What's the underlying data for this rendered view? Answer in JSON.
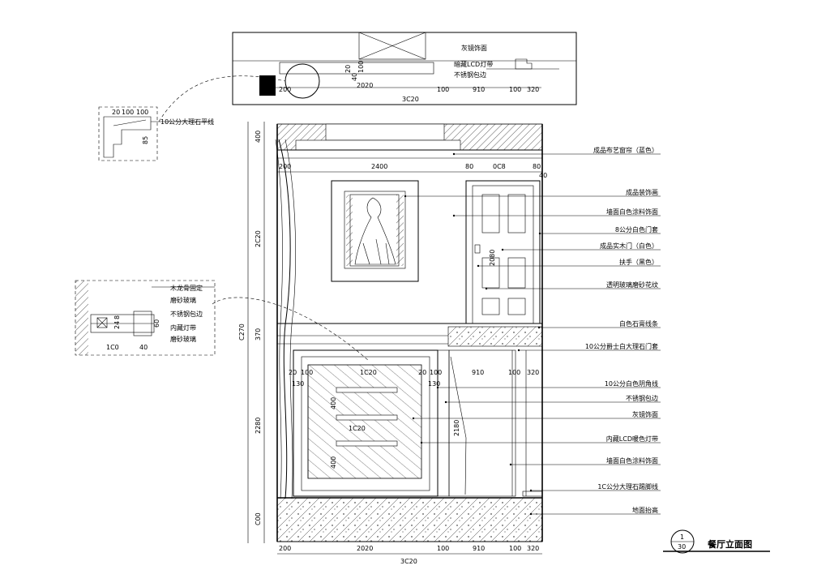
{
  "title": "餐厅立面图",
  "title_marker": {
    "top": "1",
    "bottom": "30"
  },
  "plan": {
    "dims_bottom": [
      "200",
      "2020",
      "100",
      "910",
      "100",
      "320"
    ],
    "dim_total": "3C20",
    "dims_vertical": [
      "20",
      "100",
      "40"
    ],
    "labels": [
      "灰镜饰面",
      "暗藏LCD灯带",
      "不锈钢包边"
    ]
  },
  "detail_top": {
    "dims": [
      "20",
      "100",
      "100"
    ],
    "dim_vertical": "85",
    "label": "10公分大理石平线"
  },
  "detail_left": {
    "labels": [
      "木龙骨固定",
      "磨砂玻璃",
      "不锈钢包边",
      "内藏灯带",
      "磨砂玻璃"
    ],
    "dims_vertical": [
      "8",
      "24",
      "60"
    ],
    "dims_bottom": [
      "1C0",
      "40"
    ]
  },
  "elevation": {
    "dims_top": [
      "200",
      "2400",
      "80",
      "0C8",
      "80"
    ],
    "dim_top_small": "40",
    "dims_left": [
      "400",
      "2C20",
      "370",
      "2280",
      "C00"
    ],
    "dim_left_total": "C270",
    "door_height": "2080",
    "lower_dims": [
      "20",
      "100",
      "1C20",
      "20",
      "100",
      "910",
      "100",
      "320"
    ],
    "lower_small": [
      "130",
      "130"
    ],
    "niche_dims": [
      "1C20",
      "400",
      "400"
    ],
    "door2_height": "2180",
    "dims_bottom": [
      "200",
      "2020",
      "100",
      "910",
      "100",
      "320"
    ],
    "dim_bottom_total": "3C20"
  },
  "callouts": [
    "成品布艺窗帘（蓝色）",
    "成品装饰画",
    "墙面白色涂料饰面",
    "8公分白色门套",
    "成品实木门（白色）",
    "扶手（黑色）",
    "透明玻璃磨砂花纹",
    "白色石膏线条",
    "10公分爵士白大理石门套",
    "10公分白色阴角线",
    "不锈钢包边",
    "灰镜饰面",
    "内藏LCD暖色灯带",
    "墙面白色涂料饰面",
    "1C公分大理石踢脚线",
    "地面抬高"
  ]
}
